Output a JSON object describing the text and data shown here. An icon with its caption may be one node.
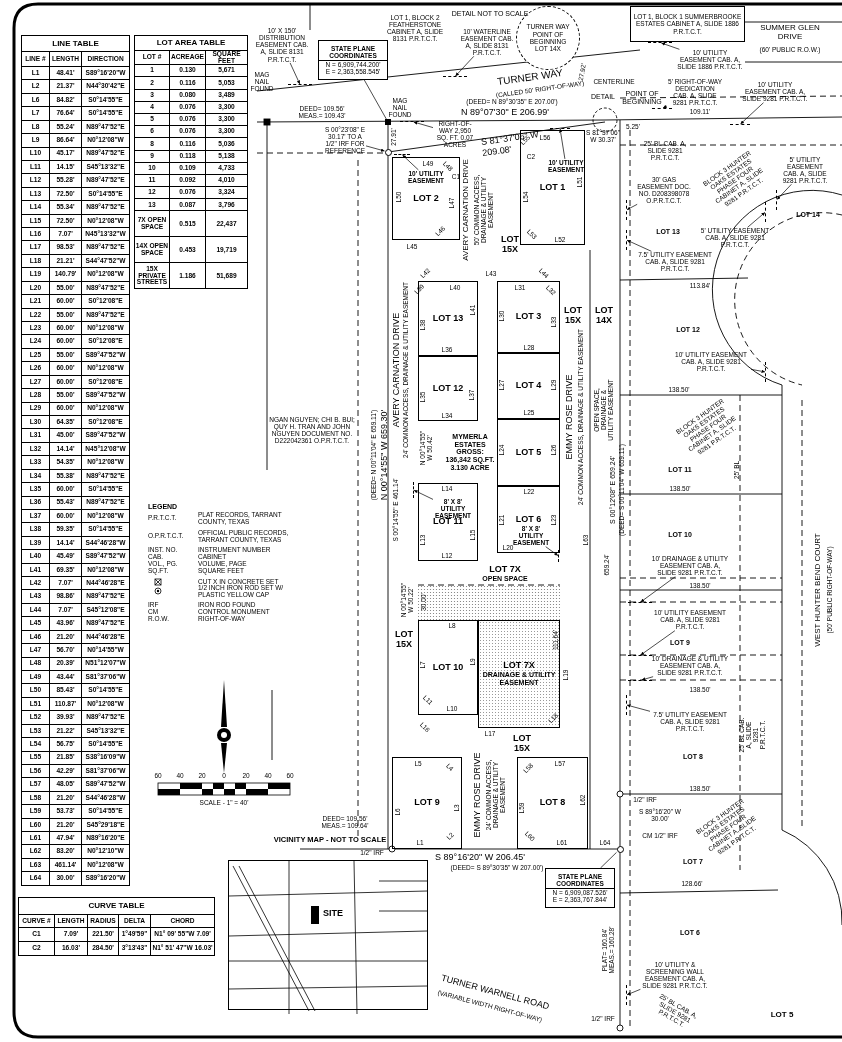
{
  "diagram": {
    "nodes": [
      {
        "text": [
          "LOT 1, BLOCK 1 SUMMERBROOKE ESTATES CABINET A, SLIDE 1886 P.R.T.C.T."
        ]
      },
      {
        "text": [
          "STATE PLANE COORDINATES",
          "N = 6,909,744.200'",
          "E = 2,363,558.545'"
        ]
      },
      {
        "text": [
          "TURNER WAY",
          "POINT OF BEGINNING",
          "LOT 14X"
        ],
        "beside": [
          "DETAIL NOT TO SCALE"
        ]
      },
      {
        "text": [
          "LOT 2"
        ]
      },
      {
        "text": [
          "LOT 1"
        ]
      },
      {
        "text": [
          "LOT 15X"
        ]
      },
      {
        "text": [
          "LOT 13"
        ]
      },
      {
        "text": [
          "LOT 3"
        ]
      },
      {
        "text": [
          "LOT 15X"
        ]
      },
      {
        "text": [
          "LOT 14X"
        ]
      },
      {
        "text": [
          "LOT 12"
        ]
      },
      {
        "text": [
          "LOT 4"
        ]
      },
      {
        "text": [
          "LOT 5"
        ]
      },
      {
        "text": [
          "LOT 11"
        ]
      },
      {
        "text": [
          "LOT 6"
        ]
      },
      {
        "text": [
          "LOT 7X",
          "OPEN SPACE"
        ]
      },
      {
        "text": [
          "LOT 15X"
        ]
      },
      {
        "text": [
          "LOT 10"
        ]
      },
      {
        "text": [
          "LOT 7X",
          "DRAINAGE & UTILITY EASEMENT"
        ]
      },
      {
        "text": [
          "LOT 15X"
        ]
      },
      {
        "text": [
          "LOT 9"
        ]
      },
      {
        "text": [
          "LOT 8"
        ]
      },
      {
        "text": [
          "STATE PLANE COORDINATES",
          "N = 6,909,087.526'",
          "E = 2,363,767.844'"
        ]
      },
      {
        "text": [
          "SITE"
        ]
      },
      {
        "text": [
          "LOT 14"
        ]
      },
      {
        "text": [
          "LOT 13"
        ]
      },
      {
        "text": [
          "LOT 12"
        ]
      },
      {
        "text": [
          "LOT 11"
        ]
      },
      {
        "text": [
          "LOT 10"
        ]
      },
      {
        "text": [
          "LOT 9"
        ]
      },
      {
        "text": [
          "LOT 8"
        ]
      },
      {
        "text": [
          "LOT 7"
        ]
      },
      {
        "text": [
          "LOT 6"
        ]
      },
      {
        "text": [
          "LOT 5"
        ]
      },
      {
        "text": [
          "10' X 150' DISTRIBUTION EASEMENT CAB. A, SLIDE 8131 P.R.T.C.T."
        ]
      },
      {
        "text": [
          "10' WATERLINE EASEMENT CAB. A, SLIDE 8131 P.R.T.C.T."
        ]
      },
      {
        "text": [
          "S 00°23'08\" E 30.17' TO A 1/2\" IRF FOR REFERENCE"
        ]
      },
      {
        "text": [
          "RIGHT-OF-WAY 2,950 SQ. FT. 0.07 ACRES"
        ]
      },
      {
        "text": [
          "10' UTILITY EASEMENT"
        ],
        "in": 3
      },
      {
        "text": [
          "10' UTILITY EASEMENT"
        ],
        "in": 4
      },
      {
        "text": [
          "10' UTILITY EASEMENT CAB. A, SLIDE 1886 P.R.T.C.T."
        ]
      },
      {
        "text": [
          "5' RIGHT-OF-WAY DEDICATION CAB. A, SLIDE 9281 P.R.T.C.T."
        ]
      },
      {
        "text": [
          "10' UTILITY EASEMENT CAB. A, SLIDE 9281 P.R.T.C.T."
        ]
      },
      {
        "text": [
          "30' GAS EASEMENT DOC. NO. D208398078 O.P.R.T.C.T."
        ]
      },
      {
        "text": [
          "5' UTILITY EASEMENT CAB. A, SLIDE 9281 P.R.T.C.T."
        ]
      },
      {
        "text": [
          "5' UTILITY EASEMENT CAB. A, SLIDE 9281 P.R.T.C.T."
        ]
      },
      {
        "text": [
          "7.5' UTILITY EASEMENT CAB. A, SLIDE 9281 P.R.T.C.T."
        ]
      },
      {
        "text": [
          "10' UTILITY EASEMENT CAB. A, SLIDE 9281 P.R.T.C.T."
        ]
      },
      {
        "text": [
          "10' DRAINAGE & UTILITY EASEMENT CAB. A, SLIDE 9281 P.R.T.C.T."
        ]
      },
      {
        "text": [
          "10' UTILITY EASEMENT CAB. A, SLIDE 9281 P.R.T.C.T."
        ]
      },
      {
        "text": [
          "10' DRAINAGE & UTILITY EASEMENT CAB. A, SLIDE 9281 P.R.T.C.T."
        ]
      },
      {
        "text": [
          "7.5' UTILITY EASEMENT CAB. A, SLIDE 9281 P.R.T.C.T."
        ]
      },
      {
        "text": [
          "10' UTILITY & SCREENING WALL EASEMENT CAB. A, SLIDE 9281 P.R.T.C.T."
        ]
      },
      {
        "text": [
          "8' X 8' UTILITY EASEMENT"
        ],
        "in": 13
      },
      {
        "text": [
          "8' X 8' UTILITY EASEMENT"
        ],
        "in": 14
      },
      {
        "text": [],
        "shape": "line"
      },
      {
        "text": [],
        "shape": "line"
      },
      {
        "text": [],
        "shape": "circle"
      },
      {
        "text": [],
        "shape": "line"
      },
      {
        "text": [],
        "shape": "line"
      },
      {
        "text": [],
        "shape": "line"
      },
      {
        "text": [],
        "shape": "line"
      },
      {
        "text": [],
        "shape": "line"
      },
      {
        "text": [],
        "shape": "line"
      },
      {
        "text": [],
        "shape": "line"
      },
      {
        "text": [],
        "shape": "line"
      },
      {
        "text": [],
        "shape": "line"
      },
      {
        "text": [],
        "shape": "line"
      },
      {
        "text": [],
        "shape": "line"
      },
      {
        "text": [],
        "shape": "line"
      },
      {
        "text": [],
        "shape": "line"
      },
      {
        "text": [],
        "shape": "line"
      },
      {
        "text": [],
        "shape": "line"
      },
      {
        "text": [],
        "shape": "line"
      },
      {
        "text": [],
        "shape": "line"
      },
      {
        "text": [],
        "shape": "line"
      },
      {
        "text": [],
        "shape": "box"
      },
      {
        "text": [],
        "shape": "circle"
      }
    ],
    "edges": [
      {
        "from": 34,
        "to": 55,
        "arrow": "to"
      },
      {
        "from": 35,
        "to": 56,
        "arrow": "to"
      },
      {
        "from": 36,
        "to": 57,
        "arrow": "to"
      },
      {
        "from": 37,
        "to": 58,
        "arrow": "to"
      },
      {
        "from": 38,
        "to": 59,
        "arrow": "to"
      },
      {
        "from": 39,
        "to": 60,
        "arrow": "to"
      },
      {
        "from": 40,
        "to": 61,
        "arrow": "to"
      },
      {
        "from": 41,
        "to": 62,
        "arrow": "to"
      },
      {
        "from": 42,
        "to": 63,
        "arrow": "to"
      },
      {
        "from": 43,
        "to": 64,
        "arrow": "to"
      },
      {
        "from": 44,
        "to": 65,
        "arrow": "to"
      },
      {
        "from": 45,
        "to": 66,
        "arrow": "to"
      },
      {
        "from": 46,
        "to": 67,
        "arrow": "to"
      },
      {
        "from": 47,
        "to": 68,
        "arrow": "to"
      },
      {
        "from": 48,
        "to": 69,
        "arrow": "to"
      },
      {
        "from": 49,
        "to": 70,
        "arrow": "to"
      },
      {
        "from": 50,
        "to": 71,
        "arrow": "to"
      },
      {
        "from": 51,
        "to": 72,
        "arrow": "to"
      },
      {
        "from": 52,
        "to": 73,
        "arrow": "to"
      },
      {
        "from": 53,
        "to": 74,
        "arrow": "to"
      },
      {
        "from": 54,
        "to": 75,
        "arrow": "to"
      },
      {
        "from": 1,
        "to": 76,
        "arrow": "none"
      },
      {
        "from": 22,
        "to": 77,
        "arrow": "none"
      }
    ],
    "labels": [
      "LINE TABLE",
      "LINE #",
      "LENGTH",
      "DIRECTION",
      "L1",
      "48.41'",
      "S89°16'20\"W",
      "L2",
      "21.37'",
      "N44°30'42\"E",
      "L6",
      "84.82'",
      "S0°14'55\"E",
      "L7",
      "76.64'",
      "S0°14'55\"E",
      "L8",
      "55.24'",
      "N89°47'52\"E",
      "L9",
      "86.64'",
      "N0°12'08\"W",
      "L10",
      "45.17'",
      "N89°47'52\"E",
      "L11",
      "14.15'",
      "S45°13'32\"E",
      "L12",
      "55.28'",
      "N89°47'52\"E",
      "L13",
      "72.50'",
      "S0°14'55\"E",
      "L14",
      "55.34'",
      "N89°47'52\"E",
      "L15",
      "72.50'",
      "N0°12'08\"W",
      "L16",
      "7.07'",
      "N45°13'32\"W",
      "L17",
      "98.53'",
      "N89°47'52\"E",
      "L18",
      "21.21'",
      "S44°47'52\"W",
      "L19",
      "140.79'",
      "N0°12'08\"W",
      "L20",
      "55.00'",
      "N89°47'52\"E",
      "L21",
      "60.00'",
      "S0°12'08\"E",
      "L22",
      "55.00'",
      "N89°47'52\"E",
      "L23",
      "60.00'",
      "N0°12'08\"W",
      "L24",
      "60.00'",
      "S0°12'08\"E",
      "L25",
      "55.00'",
      "S89°47'52\"W",
      "L26",
      "60.00'",
      "N0°12'08\"W",
      "L27",
      "60.00'",
      "S0°12'08\"E",
      "L28",
      "55.00'",
      "S89°47'52\"W",
      "L29",
      "60.00'",
      "N0°12'08\"W",
      "L30",
      "64.35'",
      "S0°12'08\"E",
      "L31",
      "45.00'",
      "S89°47'52\"W",
      "L32",
      "14.14'",
      "N45°12'08\"W",
      "L33",
      "54.35'",
      "N0°12'08\"W",
      "L34",
      "55.38'",
      "N89°47'52\"E",
      "L35",
      "60.00'",
      "S0°14'55\"E",
      "L36",
      "55.43'",
      "N89°47'52\"E",
      "L37",
      "60.00'",
      "N0°12'08\"W",
      "L38",
      "59.35'",
      "S0°14'55\"E",
      "L39",
      "14.14'",
      "S44°46'28\"W",
      "L40",
      "45.49'",
      "S89°47'52\"W",
      "L41",
      "69.35'",
      "N0°12'08\"W",
      "L42",
      "7.07'",
      "N44°46'28\"E",
      "L43",
      "98.86'",
      "N89°47'52\"E",
      "L44",
      "7.07'",
      "S45°12'08\"E",
      "L45",
      "43.96'",
      "N89°47'52\"E",
      "L46",
      "21.20'",
      "N44°46'28\"E",
      "L47",
      "56.70'",
      "N0°14'55\"W",
      "L48",
      "20.39'",
      "N51°12'07\"W",
      "L49",
      "43.44'",
      "S81°37'06\"W",
      "L50",
      "85.43'",
      "S0°14'55\"E",
      "L51",
      "110.87'",
      "N0°12'08\"W",
      "L52",
      "39.93'",
      "N89°47'52\"E",
      "L53",
      "21.22'",
      "S45°13'32\"E",
      "L54",
      "56.75'",
      "S0°14'55\"E",
      "L55",
      "21.85'",
      "S38°16'09\"W",
      "L56",
      "42.29'",
      "S81°37'06\"W",
      "L57",
      "48.05'",
      "S89°47'52\"W",
      "L58",
      "21.20'",
      "S44°46'28\"W",
      "L59",
      "53.73'",
      "S0°14'55\"E",
      "L60",
      "21.20'",
      "S45°29'18\"E",
      "L61",
      "47.94'",
      "N89°16'20\"E",
      "L62",
      "83.20'",
      "N0°12'10\"W",
      "L63",
      "461.14'",
      "N0°12'08\"W",
      "L64",
      "30.00'",
      "S89°16'20\"W",
      "LOT AREA TABLE",
      "LOT #",
      "ACREAGE",
      "SQUARE FEET",
      "1",
      "0.130",
      "5,671",
      "2",
      "0.116",
      "5,053",
      "3",
      "0.080",
      "3,489",
      "4",
      "0.076",
      "3,300",
      "5",
      "0.076",
      "3,300",
      "6",
      "0.076",
      "3,300",
      "8",
      "0.116",
      "5,036",
      "9",
      "0.118",
      "5,138",
      "10",
      "0.109",
      "4,733",
      "11",
      "0.092",
      "4,010",
      "12",
      "0.076",
      "3,324",
      "13",
      "0.087",
      "3,796",
      "7X OPEN SPACE",
      "0.515",
      "22,437",
      "14X OPEN SPACE",
      "0.453",
      "19,719",
      "15X PRIVATE STREETS",
      "1.186",
      "51,689",
      "CURVE TABLE",
      "CURVE #",
      "LENGTH",
      "RADIUS",
      "DELTA",
      "CHORD",
      "C1",
      "7.09'",
      "221.50'",
      "1°49'59\"",
      "N1° 09' 55\"W 7.09'",
      "C2",
      "16.03'",
      "284.50'",
      "3°13'43\"",
      "N1° 51' 47\"W 16.03'",
      "LEGEND",
      "P.R.T.C.T.",
      "PLAT RECORDS, TARRANT COUNTY, TEXAS",
      "O.P.R.T.C.T.",
      "OFFICIAL PUBLIC RECORDS, TARRANT COUNTY, TEXAS",
      "INST. NO.",
      "INSTRUMENT NUMBER",
      "CAB.",
      "CABINET",
      "VOL., PG.",
      "VOLUME, PAGE",
      "SQ.FT.",
      "SQUARE FEET",
      "IRF",
      "IRON ROD FOUND",
      "CM",
      "CONTROL MONUMENT",
      "R.O.W.",
      "RIGHT-OF-WAY",
      "60",
      "40",
      "20",
      "0",
      "20",
      "40",
      "60",
      "SCALE - 1\" = 40'",
      "VICINITY MAP - NOT TO SCALE",
      "LOT 1, BLOCK 2 FEATHERSTONE CABINET A, SLIDE 8131 P.R.T.C.T.",
      "SUMMER GLEN DRIVE",
      "(60' PUBLIC R.O.W.)",
      "MAG NAIL FOUND",
      "DEED= 109.56' MEAS.= 109.43'",
      "MAG NAIL FOUND",
      "27.91'",
      "TURNER WAY",
      "(CALLED 50' RIGHT-OF-WAY)",
      "(DEED= N 89°30'35\" E 207.00')",
      "N 89°07'30\" E 206.99'",
      "S 81°37'06\" W",
      "209.08'",
      "27.92'",
      "CENTERLINE",
      "DETAIL",
      "POINT OF BEGINNING",
      "S 81°37'06\" W 30.37'",
      "5.25'",
      "109.11'",
      "25' BL CAB. A, SLIDE 9281 P.R.T.C.T.",
      "BLOCK 3 HUNTER OAKS ESTATES PHASE FOUR CABINET A, SLIDE 9281 P.R.T.C.T.",
      "113.84'",
      "138.50'",
      "BLOCK 3 HUNTER OAKS ESTATES PHASE FOUR CABINET A, SLIDE 9281 P.R.T.C.T.",
      "25' BL",
      "138.50'",
      "138.50'",
      "138.50'",
      "25' BL CAB. A, SLIDE 9281 P.R.T.C.T.",
      "138.50'",
      "1/2\" IRF",
      "S 89°16'20\" W 30.00'",
      "BLOCK 3 HUNTER OAKS ESTATES PHASE FOUR CABINET A, SLIDE 9281 P.R.T.C.T.",
      "CM 1/2\" IRF",
      "128.66'",
      "PLAT= 160.84' MEAS.= 160.28'",
      "25' BL CAB. A, SLIDE 9281 P.R.T.C.T.",
      "1/2\" IRF",
      "WEST HUNTER BEND COURT",
      "(50' PUBLIC RIGHT-OF-WAY)",
      "AVERY CARNATION DRIVE",
      "50' COMMON ACCESS, DRAINAGE & UTILITY EASEMENT",
      "L49",
      "L48",
      "C1",
      "L47",
      "L46",
      "L45",
      "L50",
      "C2",
      "L55",
      "L56",
      "L54",
      "L53",
      "L52",
      "L51",
      "L43",
      "L42",
      "L39",
      "L44",
      "L32",
      "L40",
      "L31",
      "L41",
      "L38",
      "L30",
      "L33",
      "L36",
      "L28",
      "L35",
      "L37",
      "L27",
      "L29",
      "OPEN SPACE, DRAINAGE & UTILITY EASEMENT",
      "L34",
      "L25",
      "MYMERLA ESTATES GROSS: 136,342 SQ.FT. 3.130 ACRE",
      "L24",
      "L26",
      "EMMY ROSE DRIVE",
      "24' COMMON ACCESS, DRAINAGE & UTILITY EASEMENT",
      "AVERY CARNATION DRIVE",
      "24' COMMON ACCESS, DRAINAGE & UTILITY EASEMENT",
      "N 00°14'55\" W 50.42'",
      "L14",
      "L22",
      "L21",
      "L23",
      "L13",
      "L15",
      "L20",
      "L63",
      "659.24'",
      "L12",
      "N 00°14'55\" W 50.22'",
      "30.00'",
      "111.64'",
      "L19",
      "L8",
      "L7",
      "L9",
      "L11",
      "L10",
      "L16",
      "L18",
      "L17",
      "L5",
      "L4",
      "L57",
      "L58",
      "EMMY ROSE DRIVE",
      "24' COMMON ACCESS, DRAINAGE & UTILITY EASEMENT",
      "L6",
      "L3",
      "L59",
      "L62",
      "L2",
      "L60",
      "L1",
      "L61",
      "L64",
      "S 89°16'20\" W 206.45'",
      "(DEED= S 89°30'35\" W 207.00')",
      "1/2\" IRF",
      "DEED= 109.56' MEAS.= 109.64'",
      "TURNER WARNELL ROAD",
      "(VARIABLE WIDTH RIGHT-OF-WAY)",
      "NGAN NGUYEN; CHI B. BUI; QUY H. TRAN AND JOHN NGUYEN DOCUMENT NO. D222042361 O.P.R.T.C.T.",
      "(DEED= N 00°11'04\" E 659.11')",
      "N 00°14'55\" W 659.30'",
      "S 00°14'55\" E 461.14'",
      "S 00°12'08\" E 659.24'",
      "(DEED= S 00°11'04\" W 659.11')"
    ],
    "legend": [
      {
        "text": "CUT X IN CONCRETE SET"
      },
      {
        "text": "1/2 INCH IRON ROD SET W/ PLASTIC YELLOW CAP"
      }
    ]
  }
}
